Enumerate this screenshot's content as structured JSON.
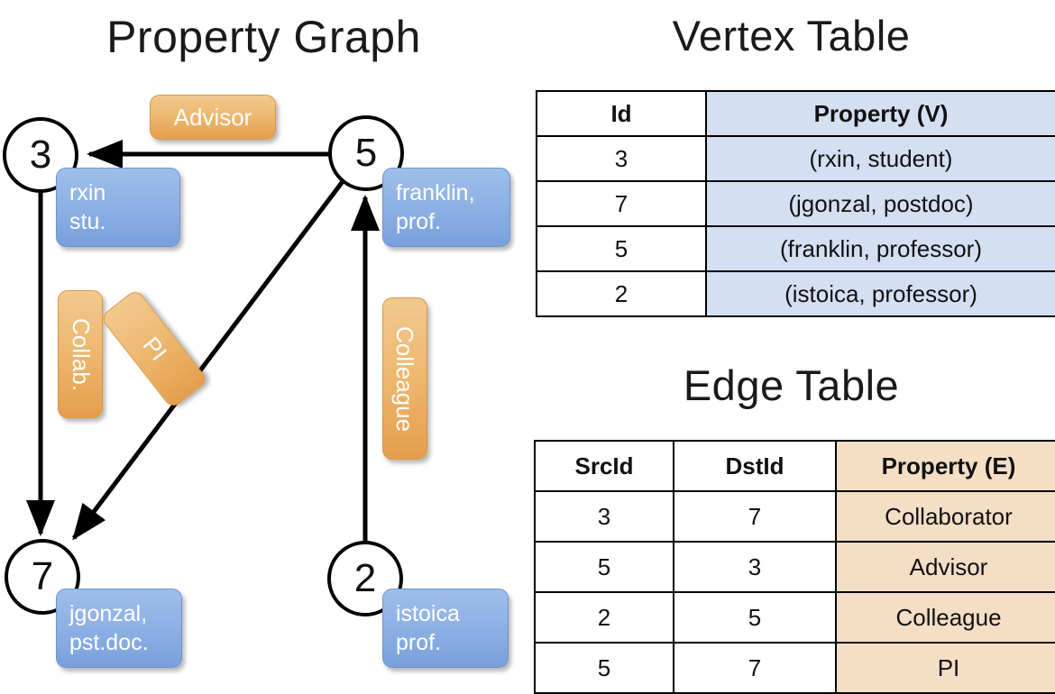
{
  "titles": {
    "property_graph": "Property Graph",
    "vertex_table": "Vertex Table",
    "edge_table": "Edge Table"
  },
  "graph": {
    "nodes": [
      {
        "id": "3",
        "label": "3",
        "property": "rxin\nstu."
      },
      {
        "id": "5",
        "label": "5",
        "property": "franklin,\nprof."
      },
      {
        "id": "7",
        "label": "7",
        "property": "jgonzal,\npst.doc."
      },
      {
        "id": "2",
        "label": "2",
        "property": "istoica\nprof."
      }
    ],
    "node_props": {
      "rxin_line1": "rxin",
      "rxin_line2": "stu.",
      "franklin_line1": "franklin,",
      "franklin_line2": "prof.",
      "jgonzal_line1": "jgonzal,",
      "jgonzal_line2": "pst.doc.",
      "istoica_line1": "istoica",
      "istoica_line2": "prof."
    },
    "edge_labels": {
      "advisor": "Advisor",
      "collab": "Collab.",
      "pi": "PI",
      "colleague": "Colleague"
    },
    "edges": [
      {
        "from": "5",
        "to": "3",
        "label": "Advisor"
      },
      {
        "from": "3",
        "to": "7",
        "label": "Collab."
      },
      {
        "from": "5",
        "to": "7",
        "label": "PI"
      },
      {
        "from": "2",
        "to": "5",
        "label": "Colleague"
      }
    ]
  },
  "vertex_table": {
    "headers": [
      "Id",
      "Property (V)"
    ],
    "rows": [
      {
        "id": "3",
        "property": "(rxin, student)"
      },
      {
        "id": "7",
        "property": "(jgonzal, postdoc)"
      },
      {
        "id": "5",
        "property": "(franklin, professor)"
      },
      {
        "id": "2",
        "property": "(istoica, professor)"
      }
    ]
  },
  "edge_table": {
    "headers": [
      "SrcId",
      "DstId",
      "Property (E)"
    ],
    "rows": [
      {
        "src": "3",
        "dst": "7",
        "property": "Collaborator"
      },
      {
        "src": "5",
        "dst": "3",
        "property": "Advisor"
      },
      {
        "src": "2",
        "dst": "5",
        "property": "Colleague"
      },
      {
        "src": "5",
        "dst": "7",
        "property": "PI"
      }
    ]
  },
  "colors": {
    "vertex_header_fill": "#d5dff2",
    "vertex_cell_fill": "#d5dff2",
    "edge_prop_fill": "#f4dec5",
    "node_box_blue": "#8fb2e5",
    "edge_label_orange": "#eeb972",
    "stroke": "#000000"
  }
}
